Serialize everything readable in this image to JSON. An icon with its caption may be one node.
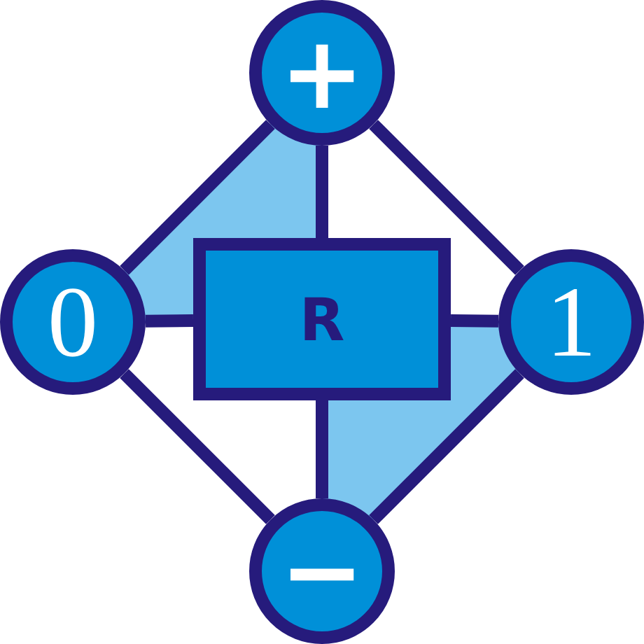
{
  "diagram": {
    "nodes": [
      {
        "text": [
          "+"
        ]
      },
      {
        "text": [
          "0"
        ]
      },
      {
        "text": [
          "R"
        ]
      },
      {
        "text": [
          "1"
        ]
      },
      {
        "text": [
          "−"
        ]
      }
    ],
    "edges": [
      {
        "from": 0,
        "to": 1,
        "arrow": "none"
      },
      {
        "from": 0,
        "to": 3,
        "arrow": "none"
      },
      {
        "from": 1,
        "to": 4,
        "arrow": "none"
      },
      {
        "from": 3,
        "to": 4,
        "arrow": "none"
      },
      {
        "from": 0,
        "to": 2,
        "arrow": "none"
      },
      {
        "from": 2,
        "to": 4,
        "arrow": "none"
      },
      {
        "from": 1,
        "to": 2,
        "arrow": "none"
      },
      {
        "from": 2,
        "to": 3,
        "arrow": "none"
      }
    ]
  }
}
